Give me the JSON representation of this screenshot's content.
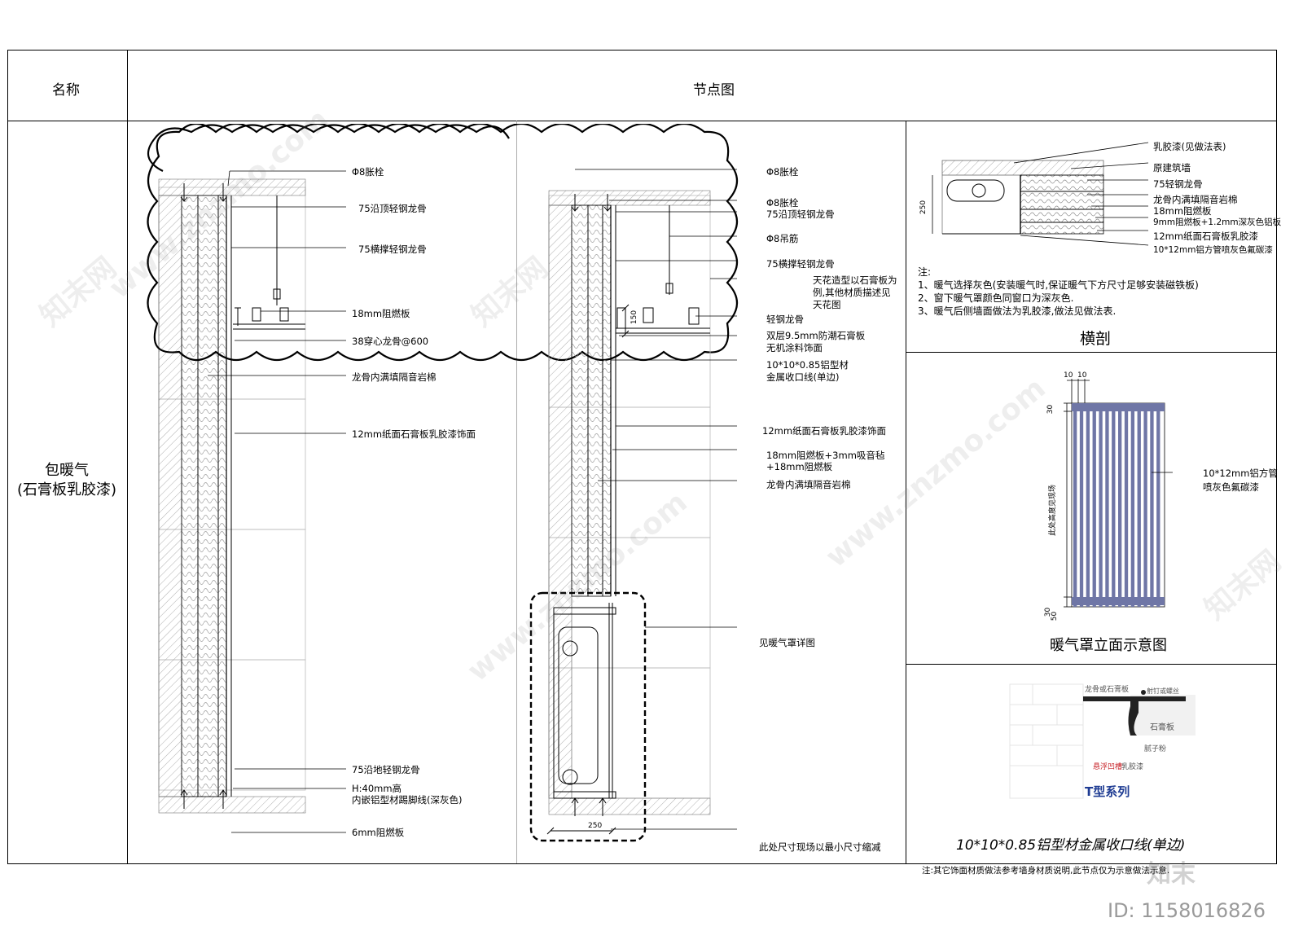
{
  "header": {
    "name_col": "名称",
    "diagram_col": "节点图"
  },
  "item_name": {
    "line1": "包暖气",
    "line2": "(石膏板乳胶漆)"
  },
  "left_section": {
    "labels": [
      "Φ8胀栓",
      "75沿顶轻钢龙骨",
      "75横撑轻钢龙骨",
      "18mm阻燃板",
      "38穿心龙骨@600",
      "龙骨内满填隔音岩棉",
      "12mm纸面石膏板乳胶漆饰面",
      "75沿地轻钢龙骨",
      "H:40mm高",
      "内嵌铝型材踢脚线(深灰色)",
      "6mm阻燃板"
    ]
  },
  "middle_section": {
    "labels": [
      "Φ8胀栓",
      "Φ8胀栓",
      "75沿顶轻钢龙骨",
      "Φ8吊筋",
      "75横撑轻钢龙骨",
      "天花造型以石膏板为",
      "例,其他材质描述见",
      "天花图",
      "轻钢龙骨",
      "双层9.5mm防潮石膏板",
      "无机涂料饰面",
      "10*10*0.85铝型材",
      "金属收口线(单边)",
      "12mm纸面石膏板乳胶漆饰面",
      "18mm阻燃板+3mm吸音毡",
      "+18mm阻燃板",
      "龙骨内满填隔音岩棉",
      "见暖气罩详图",
      "此处尺寸现场以最小尺寸缩减"
    ],
    "dim_150": "150",
    "dim_250": "250"
  },
  "cross_section": {
    "labels": [
      "乳胶漆(见做法表)",
      "原建筑墙",
      "75轻钢龙骨",
      "龙骨内满填隔音岩棉",
      "18mm阻燃板",
      "9mm阻燃板+1.2mm深灰色铝板",
      "12mm纸面石膏板乳胶漆",
      "10*12mm铝方管喷灰色氟碳漆"
    ],
    "dim_250": "250",
    "notes_title": "注:",
    "notes": [
      "1、暖气选择灰色(安装暖气时,保证暖气下方尺寸足够安装磁铁板)",
      "2、窗下暖气罩颜色同窗口为深灰色.",
      "3、暖气后侧墙面做法为乳胶漆,做法见做法表."
    ],
    "title": "横剖"
  },
  "elevation": {
    "dim_top_a": "10",
    "dim_top_b": "10",
    "dim_30_top": "30",
    "dim_30_bot": "30",
    "dim_50": "50",
    "side_text": "此处高度见现场",
    "label_line1": "10*12mm铝方管",
    "label_line2": "喷灰色氟碳漆",
    "title": "暖气罩立面示意图"
  },
  "t_profile": {
    "label_keel": "龙骨或石膏板",
    "label_nail": "射钉或螺丝",
    "label_gypsum": "石膏板",
    "label_putty": "腻子粉",
    "label_groove": "悬浮凹槽",
    "label_paint": "乳胶漆",
    "series": "T型系列",
    "caption": "10*10*0.85铝型材金属收口线(单边)"
  },
  "footer_note": "注:其它饰面材质做法参考墙身材质说明,此节点仅为示意做法示意.",
  "watermark": {
    "site": "www.znzmo.com",
    "brand": "知末网",
    "logo": "知末",
    "id_text": "ID: 1158016826"
  },
  "colors": {
    "line": "#000000",
    "hatch": "#9a9a9a",
    "bar_fill": "#6f76a6",
    "series_blue": "#1f3c93",
    "groove_red": "#c8262b"
  }
}
